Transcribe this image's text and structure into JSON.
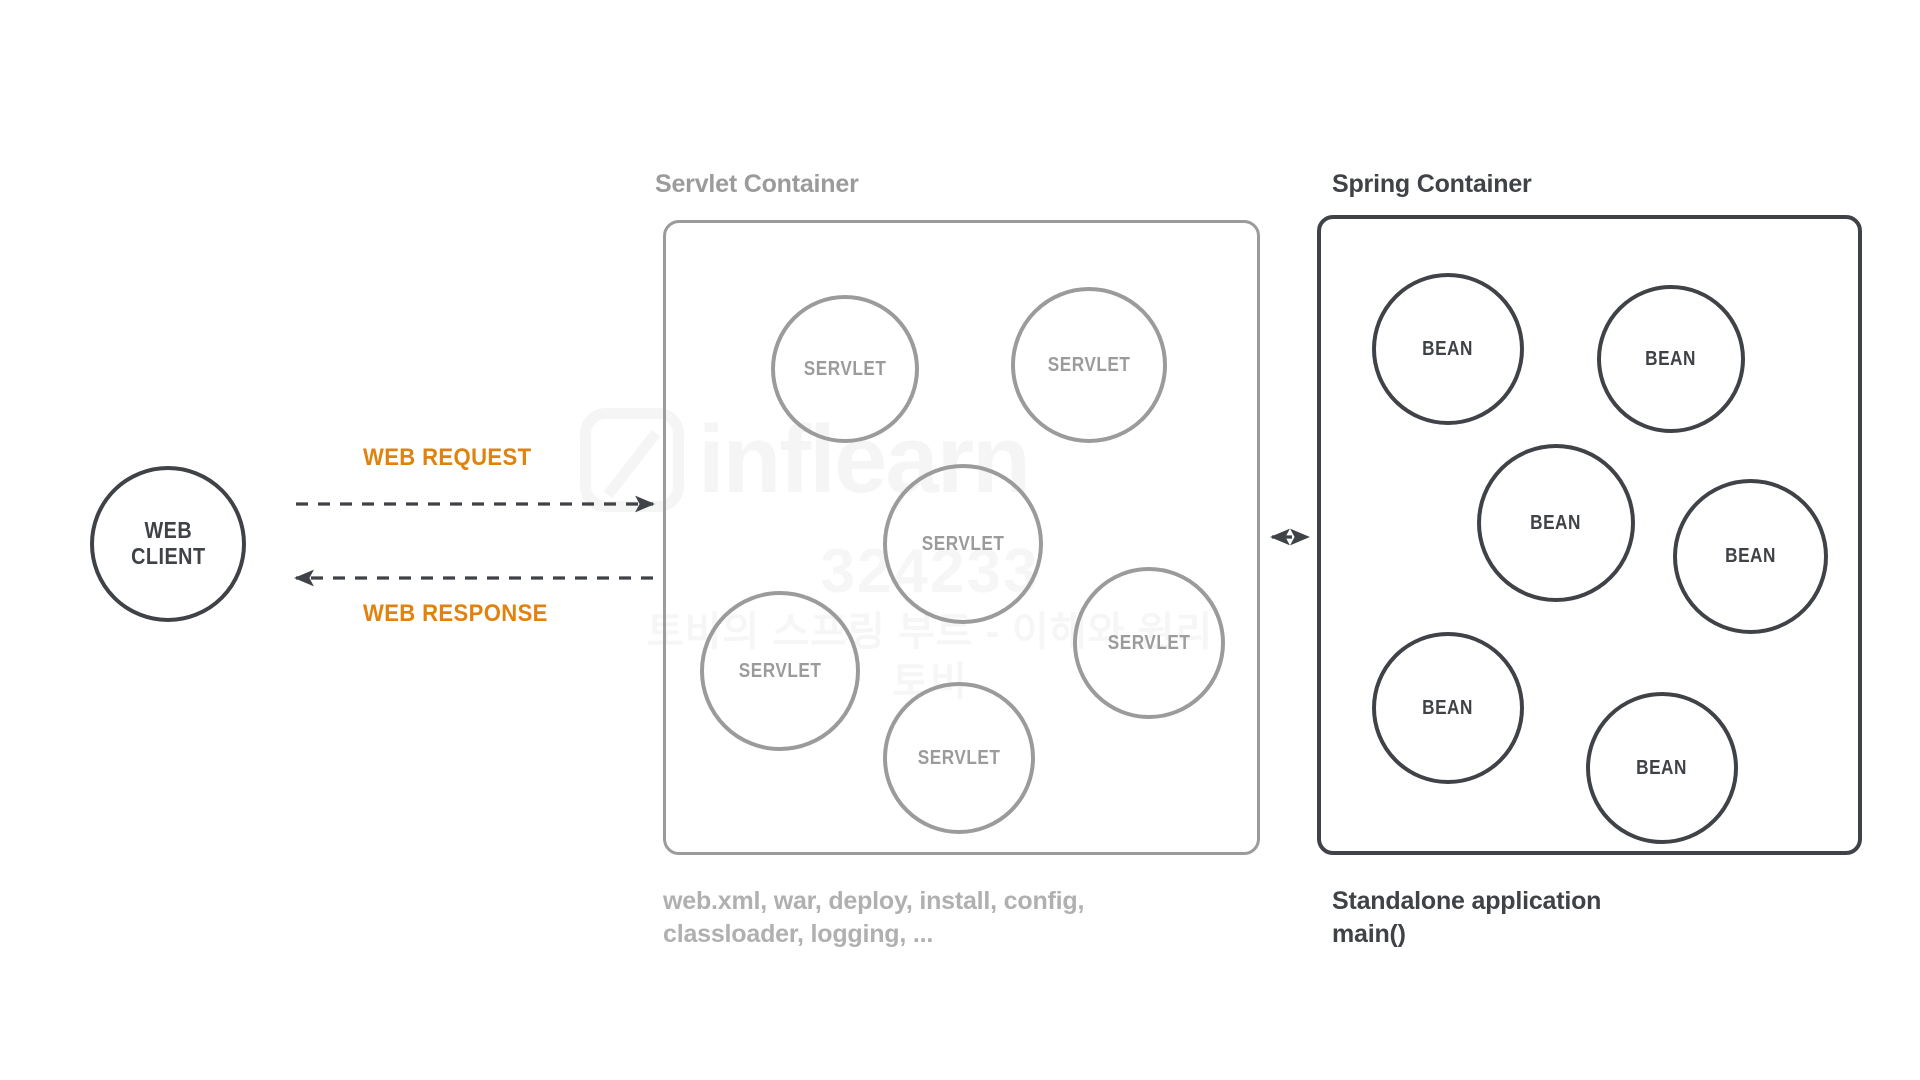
{
  "diagram": {
    "title_servlet_container": "Servlet Container",
    "title_spring_container": "Spring Container",
    "caption_servlet_container": "web.xml, war, deploy, install, config, classloader, logging, ...",
    "caption_spring_container": "Standalone application main()",
    "caption_spring_line1": "Standalone application",
    "caption_spring_line2": "main()",
    "caption_servlet_line1": "web.xml, war, deploy, install, config,",
    "caption_servlet_line2": "classloader, logging, ..."
  },
  "client": {
    "label_line1": "WEB",
    "label_line2": "CLIENT"
  },
  "arrows": {
    "request_label": "WEB REQUEST",
    "response_label": "WEB RESPONSE",
    "request_direction": "client-to-servlet-container",
    "response_direction": "servlet-container-to-client",
    "container_link_direction": "bidirectional"
  },
  "servlets": [
    {
      "label": "SERVLET"
    },
    {
      "label": "SERVLET"
    },
    {
      "label": "SERVLET"
    },
    {
      "label": "SERVLET"
    },
    {
      "label": "SERVLET"
    },
    {
      "label": "SERVLET"
    }
  ],
  "beans": [
    {
      "label": "BEAN"
    },
    {
      "label": "BEAN"
    },
    {
      "label": "BEAN"
    },
    {
      "label": "BEAN"
    },
    {
      "label": "BEAN"
    },
    {
      "label": "BEAN"
    }
  ],
  "watermark": {
    "brand": "inflearn",
    "number": "324233",
    "line1": "토비의 스프링 부트 - 이해와 원리",
    "line2": "토비"
  },
  "colors": {
    "background": "#ffffff",
    "dark": "#3f4246",
    "grey": "#9b9b9b",
    "grey_caption": "#b0b0b0",
    "accent_orange": "#e0820f",
    "watermark": "#f5f5f5"
  }
}
